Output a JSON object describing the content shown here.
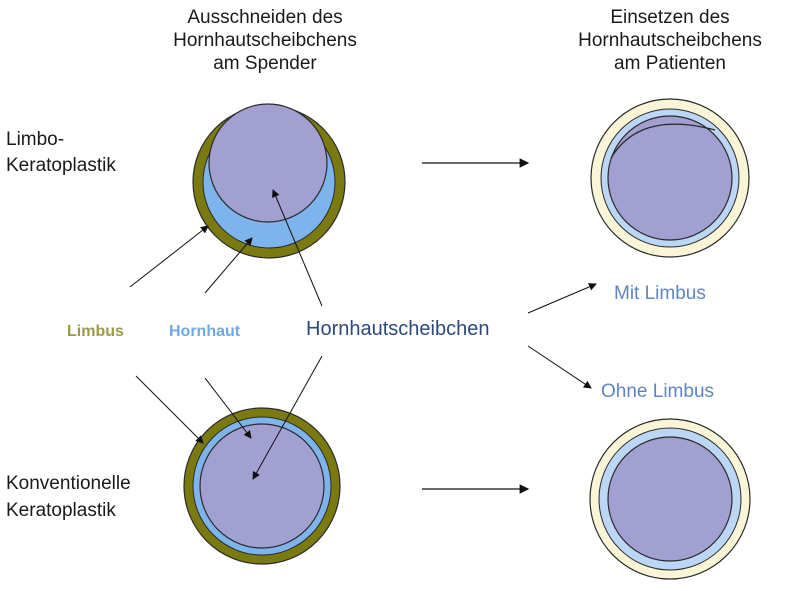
{
  "headers": {
    "left": [
      "Ausschneiden des",
      "Hornhautscheibchens",
      "am Spender"
    ],
    "right": [
      "Einsetzen des",
      "Hornhautscheibchens",
      "am Patienten"
    ]
  },
  "rows": {
    "top": [
      "Limbo-",
      "Keratoplastik"
    ],
    "bottom": [
      "Konventionelle",
      "Keratoplastik"
    ]
  },
  "labels": {
    "limbus": "Limbus",
    "hornhaut": "Hornhaut",
    "scheibchen": "Hornhautscheibchen",
    "mit_limbus": "Mit Limbus",
    "ohne_limbus": "Ohne Limbus"
  },
  "colors": {
    "limbus": "#7a7a10",
    "limbus_label": "#9c9a4a",
    "hornhaut": "#7eb4ec",
    "hornhaut_label": "#6fa9e6",
    "scheibchen": "#a29fd1",
    "scheibchen_label": "#2c4a7a",
    "recipient_ring": "#fbf5d8",
    "recipient_cornea": "#bcd7f5",
    "outline": "#2a2a2a",
    "label_blue": "#5f86c0"
  }
}
